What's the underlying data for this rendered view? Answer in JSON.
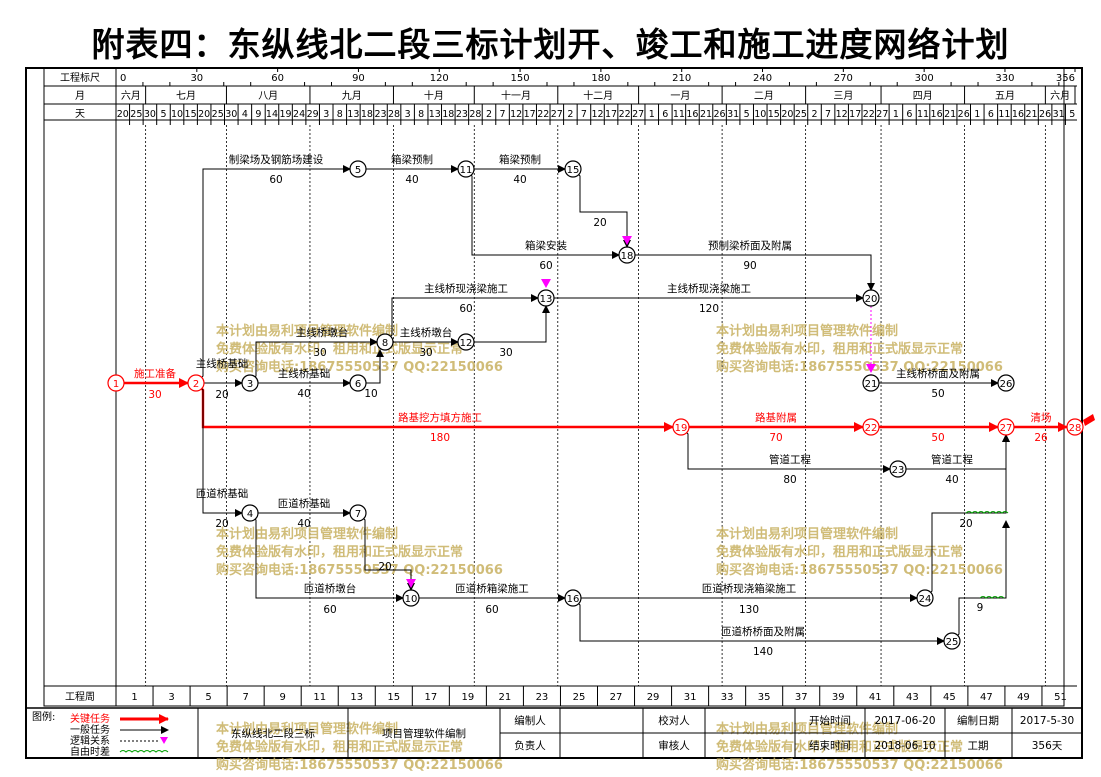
{
  "title": "附表四：东纵线北二段三标计划开、竣工和施工进度网络计划",
  "header": {
    "row_labels": [
      "工程标尺",
      "月",
      "天"
    ],
    "scale_ticks": [
      "0",
      "30",
      "60",
      "90",
      "120",
      "150",
      "180",
      "210",
      "240",
      "270",
      "300",
      "330",
      "356"
    ],
    "months": [
      {
        "label": "六月",
        "from": 0,
        "to": 11
      },
      {
        "label": "七月",
        "from": 11,
        "to": 41
      },
      {
        "label": "八月",
        "from": 41,
        "to": 72
      },
      {
        "label": "九月",
        "from": 72,
        "to": 103
      },
      {
        "label": "十月",
        "from": 103,
        "to": 133
      },
      {
        "label": "十一月",
        "from": 133,
        "to": 164
      },
      {
        "label": "十二月",
        "from": 164,
        "to": 194
      },
      {
        "label": "一月",
        "from": 194,
        "to": 225
      },
      {
        "label": "二月",
        "from": 225,
        "to": 256
      },
      {
        "label": "三月",
        "from": 256,
        "to": 284
      },
      {
        "label": "四月",
        "from": 284,
        "to": 315
      },
      {
        "label": "五月",
        "from": 315,
        "to": 345
      },
      {
        "label": "六月",
        "from": 345,
        "to": 356
      }
    ],
    "days": [
      "20",
      "25",
      "30",
      "5",
      "10",
      "15",
      "20",
      "25",
      "30",
      "4",
      "9",
      "14",
      "19",
      "24",
      "29",
      "3",
      "8",
      "13",
      "18",
      "23",
      "28",
      "3",
      "8",
      "13",
      "18",
      "23",
      "28",
      "2",
      "7",
      "12",
      "17",
      "22",
      "27",
      "2",
      "7",
      "12",
      "17",
      "22",
      "27",
      "1",
      "6",
      "11",
      "16",
      "21",
      "26",
      "31",
      "5",
      "10",
      "15",
      "20",
      "25",
      "2",
      "7",
      "12",
      "17",
      "22",
      "27",
      "1",
      "6",
      "11",
      "16",
      "21",
      "26",
      "1",
      "6",
      "11",
      "16",
      "21",
      "26",
      "31",
      "5"
    ],
    "bottom_label": "工程周",
    "weeks": [
      "1",
      "3",
      "5",
      "7",
      "9",
      "11",
      "13",
      "15",
      "17",
      "19",
      "21",
      "23",
      "25",
      "27",
      "29",
      "31",
      "33",
      "35",
      "37",
      "39",
      "41",
      "43",
      "45",
      "47",
      "49",
      "51"
    ]
  },
  "nodes": [
    {
      "id": "1",
      "critical": true
    },
    {
      "id": "2",
      "critical": true
    },
    {
      "id": "3"
    },
    {
      "id": "4"
    },
    {
      "id": "5"
    },
    {
      "id": "6"
    },
    {
      "id": "7"
    },
    {
      "id": "8"
    },
    {
      "id": "10"
    },
    {
      "id": "11"
    },
    {
      "id": "12"
    },
    {
      "id": "13"
    },
    {
      "id": "15"
    },
    {
      "id": "16"
    },
    {
      "id": "18"
    },
    {
      "id": "19",
      "critical": true
    },
    {
      "id": "20"
    },
    {
      "id": "21"
    },
    {
      "id": "22",
      "critical": true
    },
    {
      "id": "23"
    },
    {
      "id": "24"
    },
    {
      "id": "25"
    },
    {
      "id": "26"
    },
    {
      "id": "27",
      "critical": true
    },
    {
      "id": "28",
      "critical": true
    }
  ],
  "activities": [
    {
      "from": "1",
      "to": "2",
      "name": "施工准备",
      "duration": "30",
      "critical": true
    },
    {
      "from": "2",
      "to": "19",
      "name": "路基挖方填方施工",
      "duration": "180",
      "critical": true
    },
    {
      "from": "19",
      "to": "22",
      "name": "路基附属",
      "duration": "70",
      "critical": true
    },
    {
      "from": "22",
      "to": "27",
      "name": "",
      "duration": "50",
      "critical": true
    },
    {
      "from": "27",
      "to": "28",
      "name": "清场",
      "duration": "26",
      "critical": true
    },
    {
      "from": "2",
      "to": "5",
      "name": "制梁场及钢筋场建设",
      "duration": "60"
    },
    {
      "from": "5",
      "to": "11",
      "name": "箱梁预制",
      "duration": "40"
    },
    {
      "from": "11",
      "to": "15",
      "name": "箱梁预制",
      "duration": "40"
    },
    {
      "from": "15",
      "to": "18",
      "name": "",
      "duration": "20"
    },
    {
      "from": "11",
      "to": "18",
      "name": "箱梁安装",
      "duration": "60"
    },
    {
      "from": "18",
      "to": "20",
      "name": "预制梁桥面及附属",
      "duration": "90"
    },
    {
      "from": "2",
      "to": "3",
      "name": "主线桥基础",
      "duration": "20"
    },
    {
      "from": "3",
      "to": "8",
      "name": "主线桥墩台",
      "duration": "30"
    },
    {
      "from": "3",
      "to": "6",
      "name": "主线桥基础",
      "duration": "40"
    },
    {
      "from": "6",
      "to": "8",
      "name": "",
      "duration": "10"
    },
    {
      "from": "8",
      "to": "12",
      "name": "主线桥墩台",
      "duration": "30"
    },
    {
      "from": "12",
      "to": "13",
      "name": "",
      "duration": "30"
    },
    {
      "from": "8",
      "to": "13",
      "name": "主线桥现浇梁施工",
      "duration": "60"
    },
    {
      "from": "13",
      "to": "20",
      "name": "主线桥现浇梁施工",
      "duration": "120"
    },
    {
      "from": "21",
      "to": "26",
      "name": "主线桥桥面及附属",
      "duration": "50"
    },
    {
      "from": "19",
      "to": "23",
      "name": "管道工程",
      "duration": "80"
    },
    {
      "from": "23",
      "to": "27",
      "name": "管道工程",
      "duration": "40"
    },
    {
      "from": "2",
      "to": "4",
      "name": "匝道桥基础",
      "duration": "20"
    },
    {
      "from": "4",
      "to": "7",
      "name": "匝道桥基础",
      "duration": "40"
    },
    {
      "from": "7",
      "to": "10",
      "name": "",
      "duration": "20"
    },
    {
      "from": "4",
      "to": "10",
      "name": "匝道桥墩台",
      "duration": "60"
    },
    {
      "from": "10",
      "to": "16",
      "name": "匝道桥箱梁施工",
      "duration": "60"
    },
    {
      "from": "16",
      "to": "24",
      "name": "匝道桥现浇箱梁施工",
      "duration": "130"
    },
    {
      "from": "16",
      "to": "25",
      "name": "匝道桥桥面及附属",
      "duration": "140"
    },
    {
      "from": "24",
      "to": "27",
      "name": "",
      "duration": "20"
    },
    {
      "from": "25",
      "to": "27",
      "name": "",
      "duration": "9"
    }
  ],
  "watermark": {
    "line1": "本计划由易利项目管理软件编制",
    "line2": "免费体验版有水印，租用和正式版显示正常",
    "line3": "购买咨询电话:18675550537 QQ:22150066"
  },
  "legend": {
    "title": "图例:",
    "items": [
      {
        "label": "关键任务",
        "color": "#ff0000"
      },
      {
        "label": "一般任务",
        "color": "#000000"
      },
      {
        "label": "逻辑关系",
        "color": "#000000"
      },
      {
        "label": "自由时差",
        "color": "#00a000"
      }
    ]
  },
  "footer": {
    "project_name": "东纵线北二段三标",
    "software": "项目管理软件编制",
    "editor_label": "编制人",
    "editor_value": "",
    "checker_label": "校对人",
    "checker_value": "",
    "owner_label": "负责人",
    "owner_value": "",
    "reviewer_label": "审核人",
    "reviewer_value": "",
    "start_label": "开始时间",
    "start_value": "2017-06-20",
    "end_label": "结束时间",
    "end_value": "2018-06-10",
    "date_label": "编制日期",
    "date_value": "2017-5-30",
    "period_label": "工期",
    "period_value": "356天"
  },
  "colors": {
    "critical": "#ff0000",
    "normal": "#000000",
    "watermark": "#c8b060",
    "float": "#00a000",
    "milestone": "#ff00ff"
  }
}
